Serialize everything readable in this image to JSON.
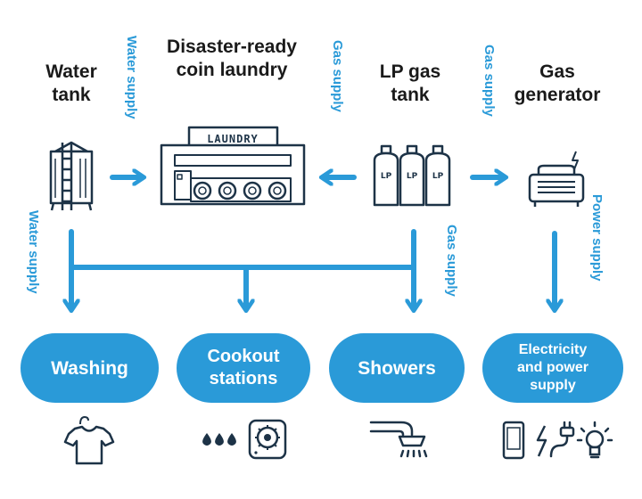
{
  "sources": {
    "water_tank": "Water\ntank",
    "laundry": "Disaster-ready\ncoin laundry",
    "lp_gas_tank": "LP gas\ntank",
    "gas_generator": "Gas\ngenerator"
  },
  "laundry_sign": "LAUNDRY",
  "lp_tank_label": "LP",
  "flow_labels": {
    "water_to_laundry": "Water supply",
    "gas_to_laundry": "Gas supply",
    "gas_to_generator": "Gas supply",
    "water_down": "Water supply",
    "gas_down": "Gas supply",
    "power_down": "Power supply"
  },
  "uses": [
    {
      "label": "Washing",
      "icon": "t-shirt-icon"
    },
    {
      "label": "Cookout\nstations",
      "icon": "stove-icon"
    },
    {
      "label": "Showers",
      "icon": "shower-icon"
    },
    {
      "label": "Electricity\nand power\nsupply",
      "icon": "devices-icon"
    }
  ],
  "colors": {
    "accent": "#2a9ad8",
    "ink": "#1d3347",
    "fill": "#ffffff"
  }
}
